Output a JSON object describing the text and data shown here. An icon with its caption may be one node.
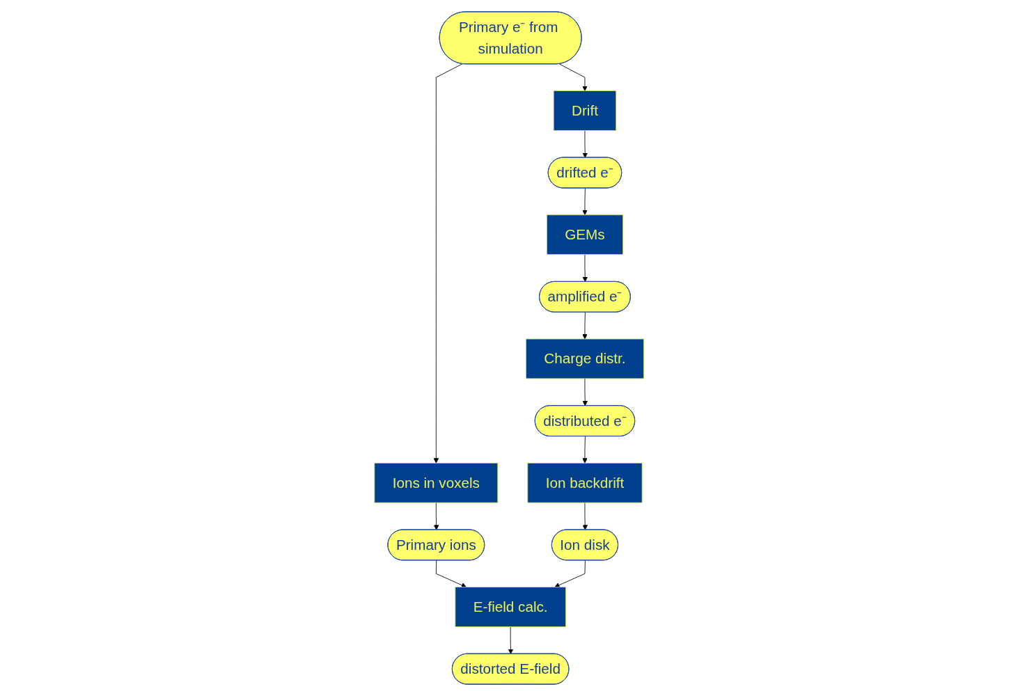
{
  "diagram": {
    "nodes": [
      {
        "text": [
          "Primary e⁻ from simulation"
        ]
      },
      {
        "text": [
          "Drift"
        ]
      },
      {
        "text": [
          "Ions in voxels"
        ]
      },
      {
        "text": [
          "drifted e⁻"
        ]
      },
      {
        "text": [
          "Primary ions"
        ]
      },
      {
        "text": [
          "GEMs"
        ]
      },
      {
        "text": [
          "amplified e⁻"
        ]
      },
      {
        "text": [
          "Charge distr."
        ]
      },
      {
        "text": [
          "E-field calc."
        ]
      },
      {
        "text": [
          "distorted E-field"
        ]
      },
      {
        "text": [
          "distributed e⁻"
        ]
      },
      {
        "text": [
          "Ion backdrift"
        ]
      },
      {
        "text": [
          "Ion disk"
        ]
      }
    ],
    "edges": [
      {
        "from": 0,
        "to": 1,
        "arrow": "to"
      },
      {
        "from": 0,
        "to": 2,
        "arrow": "to"
      },
      {
        "from": 1,
        "to": 3,
        "arrow": "to"
      },
      {
        "from": 3,
        "to": 5,
        "arrow": "to"
      },
      {
        "from": 5,
        "to": 6,
        "arrow": "to"
      },
      {
        "from": 6,
        "to": 7,
        "arrow": "to"
      },
      {
        "from": 7,
        "to": 10,
        "arrow": "to"
      },
      {
        "from": 10,
        "to": 11,
        "arrow": "to"
      },
      {
        "from": 11,
        "to": 12,
        "arrow": "to"
      },
      {
        "from": 2,
        "to": 4,
        "arrow": "to"
      },
      {
        "from": 4,
        "to": 8,
        "arrow": "to"
      },
      {
        "from": 12,
        "to": 8,
        "arrow": "to"
      },
      {
        "from": 8,
        "to": 9,
        "arrow": "to"
      }
    ]
  }
}
